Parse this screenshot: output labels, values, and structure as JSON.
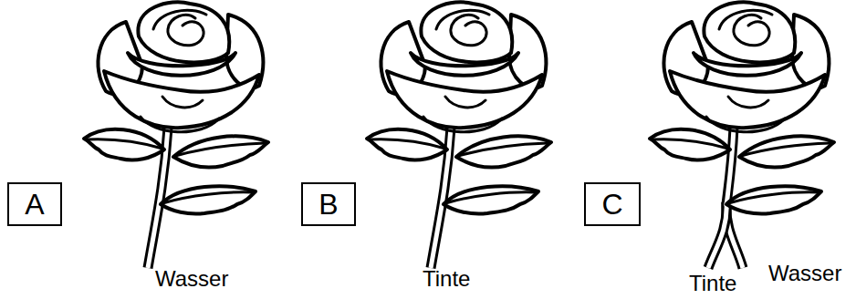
{
  "diagram": {
    "nodes": [
      {
        "text": [
          "A"
        ]
      },
      {
        "text": [
          "B"
        ]
      },
      {
        "text": [
          "C"
        ]
      }
    ],
    "labels": [
      "Wasser",
      "Tinte",
      "Tinte",
      "Wasser"
    ]
  }
}
